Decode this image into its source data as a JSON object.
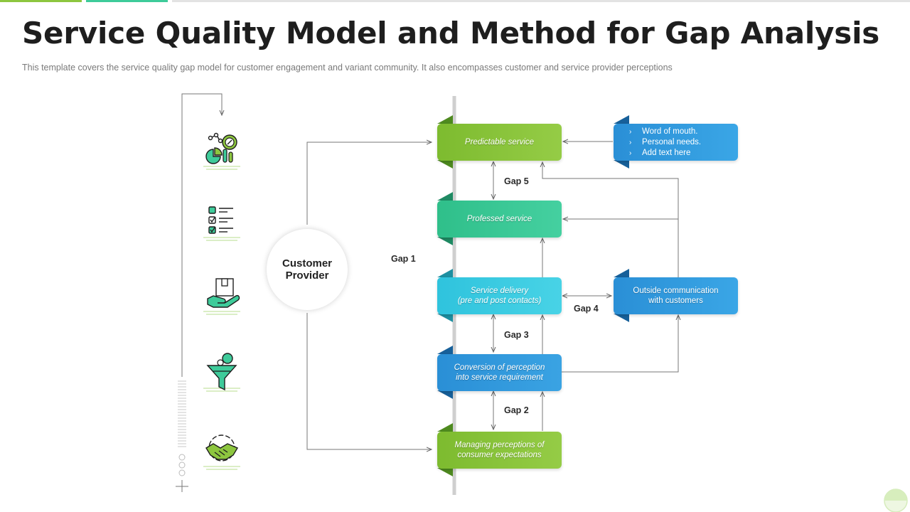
{
  "header": {
    "title": "Service Quality Model and Method for Gap Analysis",
    "subtitle": "This template covers the service  quality gap model for customer engagement  and variant  community. It also encompasses customer and service provider  perceptions"
  },
  "center_node": {
    "line1": "Customer",
    "line2": "Provider"
  },
  "boxes": {
    "predictable": "Predictable service",
    "professed": "Professed service",
    "delivery_line1": "Service delivery",
    "delivery_line2": "(pre and post contacts)",
    "conversion_line1": "Conversion of perception",
    "conversion_line2": "into service requirement",
    "managing_line1": "Managing perceptions of",
    "managing_line2": "consumer expectations",
    "outside_line1": "Outside communication",
    "outside_line2": "with customers"
  },
  "influences": [
    "Word of mouth.",
    "Personal needs.",
    "Add text here"
  ],
  "gaps": {
    "gap1": "Gap 1",
    "gap2": "Gap 2",
    "gap3": "Gap 3",
    "gap4": "Gap 4",
    "gap5": "Gap 5"
  },
  "icons": [
    "analytics-icon",
    "checklist-icon",
    "package-hand-icon",
    "funnel-coin-icon",
    "handshake-gear-icon"
  ],
  "colors": {
    "green": "#8dc63f",
    "teal": "#3ecb9a",
    "cyan": "#3ccbe0",
    "blue": "#2e9ee0",
    "blue_light": "#3aa6e6",
    "accent_bar_green": "#8dc63f",
    "accent_bar_teal": "#3ecb9a"
  }
}
